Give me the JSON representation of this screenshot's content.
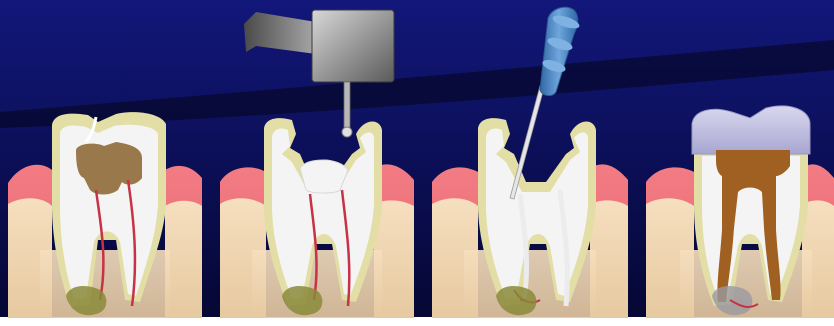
{
  "illustration": {
    "panels": [
      {
        "stage": "infected-tooth"
      },
      {
        "stage": "drilling-access"
      },
      {
        "stage": "canal-filing"
      },
      {
        "stage": "filled-and-crowned"
      }
    ],
    "colors": {
      "background_dark": "#05062e",
      "background_light": "#121a72",
      "gum": "#ef6f76",
      "bone": "#edd3a8",
      "enamel": "#e2dea6",
      "dentin": "#f4f4f4",
      "pulp": "#c73246",
      "infection": "#8f6a38",
      "abscess": "#8a8a3a",
      "filling": "#9f6022",
      "crown": "#c4c2e2",
      "drill_metal": "#9a9a9a",
      "file_handle": "#3f7fc0"
    }
  }
}
